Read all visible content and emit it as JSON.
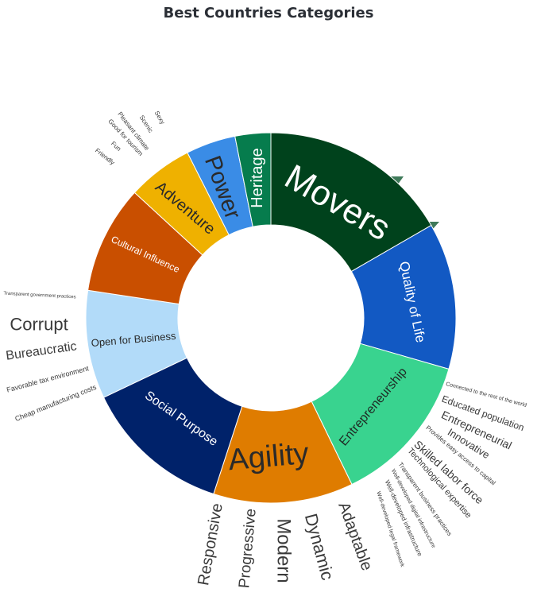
{
  "chart_data": {
    "type": "pie",
    "subtype": "donut-with-word-labels",
    "title": "Best Countries Categories",
    "legend": "none",
    "categories": [
      {
        "name": "Movers",
        "value": 60,
        "color": "#00421c",
        "text_color": "#ffffff"
      },
      {
        "name": "Quality of Life",
        "value": 46,
        "color": "#1259c3",
        "text_color": "#ffffff"
      },
      {
        "name": "Entrepreneurship",
        "value": 48,
        "color": "#39d38f",
        "text_color": "#1f2a24"
      },
      {
        "name": "Agility",
        "value": 44,
        "color": "#df7c00",
        "text_color": "#2a2a2a"
      },
      {
        "name": "Social Purpose",
        "value": 46.5,
        "color": "#00226a",
        "text_color": "#ffffff"
      },
      {
        "name": "Open for Business",
        "value": 34,
        "color": "#b2dbf9",
        "text_color": "#2a2a2a"
      },
      {
        "name": "Cultural Influence",
        "value": 34,
        "color": "#c94f00",
        "text_color": "#ffffff"
      },
      {
        "name": "Adventure",
        "value": 20.6,
        "color": "#efb100",
        "text_color": "#2a2a2a"
      },
      {
        "name": "Power",
        "value": 15.6,
        "color": "#3a8ce6",
        "text_color": "#2a2a2a"
      },
      {
        "name": "Heritage",
        "value": 11.2,
        "color": "#067c4d",
        "text_color": "#ffffff"
      }
    ],
    "attribute_labels": {
      "Adventure": [
        "Sexy",
        "Scenic",
        "Pleasant climate",
        "Good for tourism",
        "Fun",
        "Friendly"
      ],
      "Open for Business": [
        "Transparent government practices",
        "Corrupt",
        "Bureaucratic",
        "Favorable tax environment",
        "Cheap manufacturing costs"
      ],
      "Agility": [
        "Responsive",
        "Progressive",
        "Modern",
        "Dynamic",
        "Adaptable"
      ],
      "Entrepreneurship": [
        "Connected to the rest of the world",
        "Educated population",
        "Entrepreneurial",
        "Innovative",
        "Provides easy access to capital",
        "Skilled labor force",
        "Technological expertise",
        "Transparent business practices",
        "Well-developed digital infrastructure",
        "Well-developed infrastructure",
        "Well-developed legal framework"
      ]
    }
  }
}
